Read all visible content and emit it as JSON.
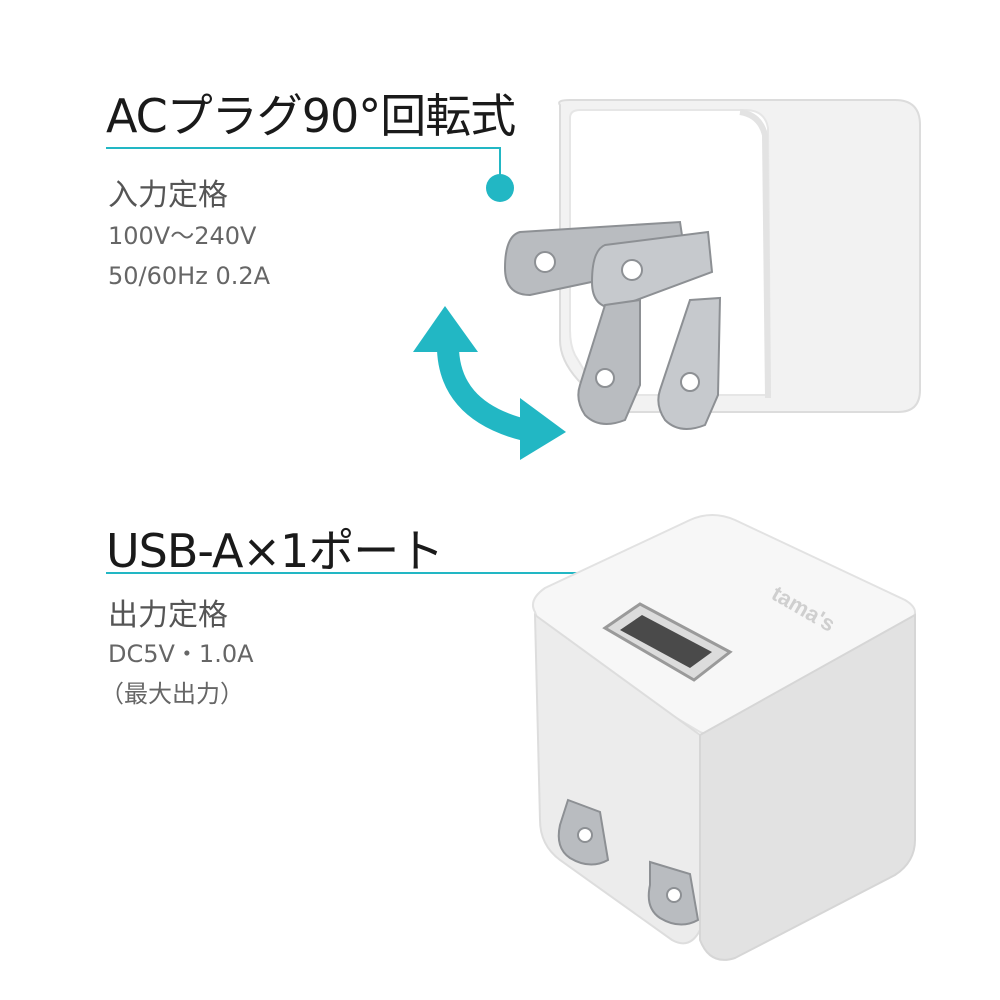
{
  "section_ac": {
    "heading": "ACプラグ90°回転式",
    "subheading": "入力定格",
    "spec_line1": "100V〜240V",
    "spec_line2": "50/60Hz 0.2A"
  },
  "section_usb": {
    "heading": "USB-A×1ポート",
    "subheading": "出力定格",
    "spec_line1": "DC5V・1.0A",
    "spec_line2": "（最大出力）",
    "brand_logo": "tama's"
  },
  "colors": {
    "accent": "#22b7c4",
    "body_white": "#f4f4f4",
    "prong_metal": "#b9bcc0"
  }
}
